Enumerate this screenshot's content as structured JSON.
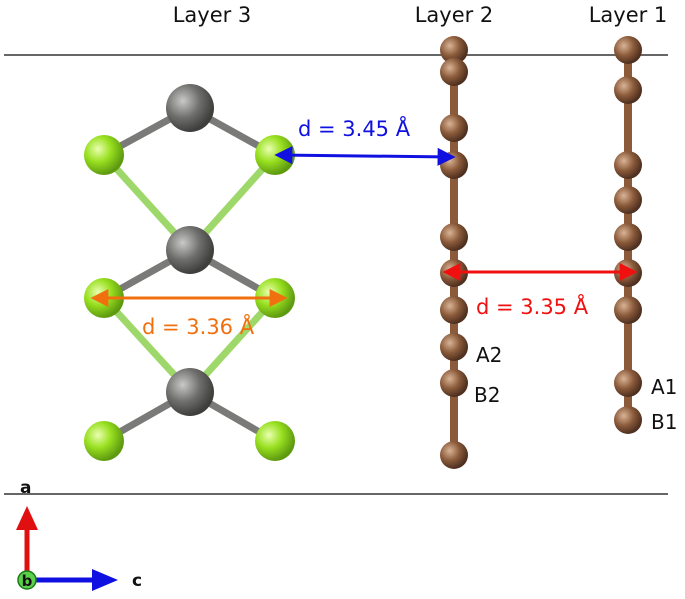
{
  "layers": [
    {
      "id": "layer3",
      "label": "Layer 3"
    },
    {
      "id": "layer2",
      "label": "Layer 2"
    },
    {
      "id": "layer1",
      "label": "Layer 1"
    }
  ],
  "distances": [
    {
      "id": "interlayer-blue",
      "label": "d = 3.45 Å",
      "color": "#1010e0"
    },
    {
      "id": "interlayer-red",
      "label": "d = 3.35 Å",
      "color": "#f01010"
    },
    {
      "id": "intralayer-orange",
      "label": "d = 3.36 Å",
      "color": "#f07010"
    }
  ],
  "site_labels": {
    "a2": "A2",
    "b2": "B2",
    "a1": "A1",
    "b1": "B1"
  },
  "axes": {
    "a": "a",
    "b": "b",
    "c": "c"
  },
  "colors": {
    "background": "#ffffff",
    "carbon_atom": "#8a5a3a",
    "metal_atom": "#6e6e6c",
    "halogen_atom": "#98e020",
    "bond_carbon": "#8a5a3a",
    "bond_metal": "#666666",
    "cell_line": "#333333",
    "axis_a": "#e01010",
    "axis_b": "#20a020",
    "axis_c": "#1010e0"
  }
}
